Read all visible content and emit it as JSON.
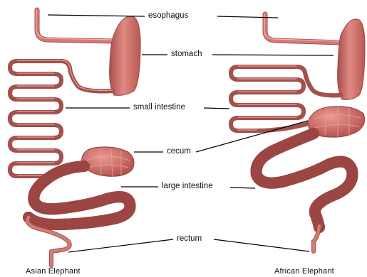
{
  "labels": {
    "esophagus": "esophagus",
    "stomach": "stomach",
    "small_intestine": "small intestine",
    "cecum": "cecum",
    "large_intestine": "large intestine",
    "rectum": "rectum"
  },
  "captions": {
    "left": "Asian Elephant",
    "right": "African Elephant"
  },
  "colors": {
    "tube": "#d47a76",
    "tube_highlight": "#f2b3ad",
    "tube_shadow": "#a4504c",
    "stomach": "#d06e6a",
    "colon": "#c05a58",
    "colon_fold": "#e39a93",
    "leader_line": "#000000"
  }
}
